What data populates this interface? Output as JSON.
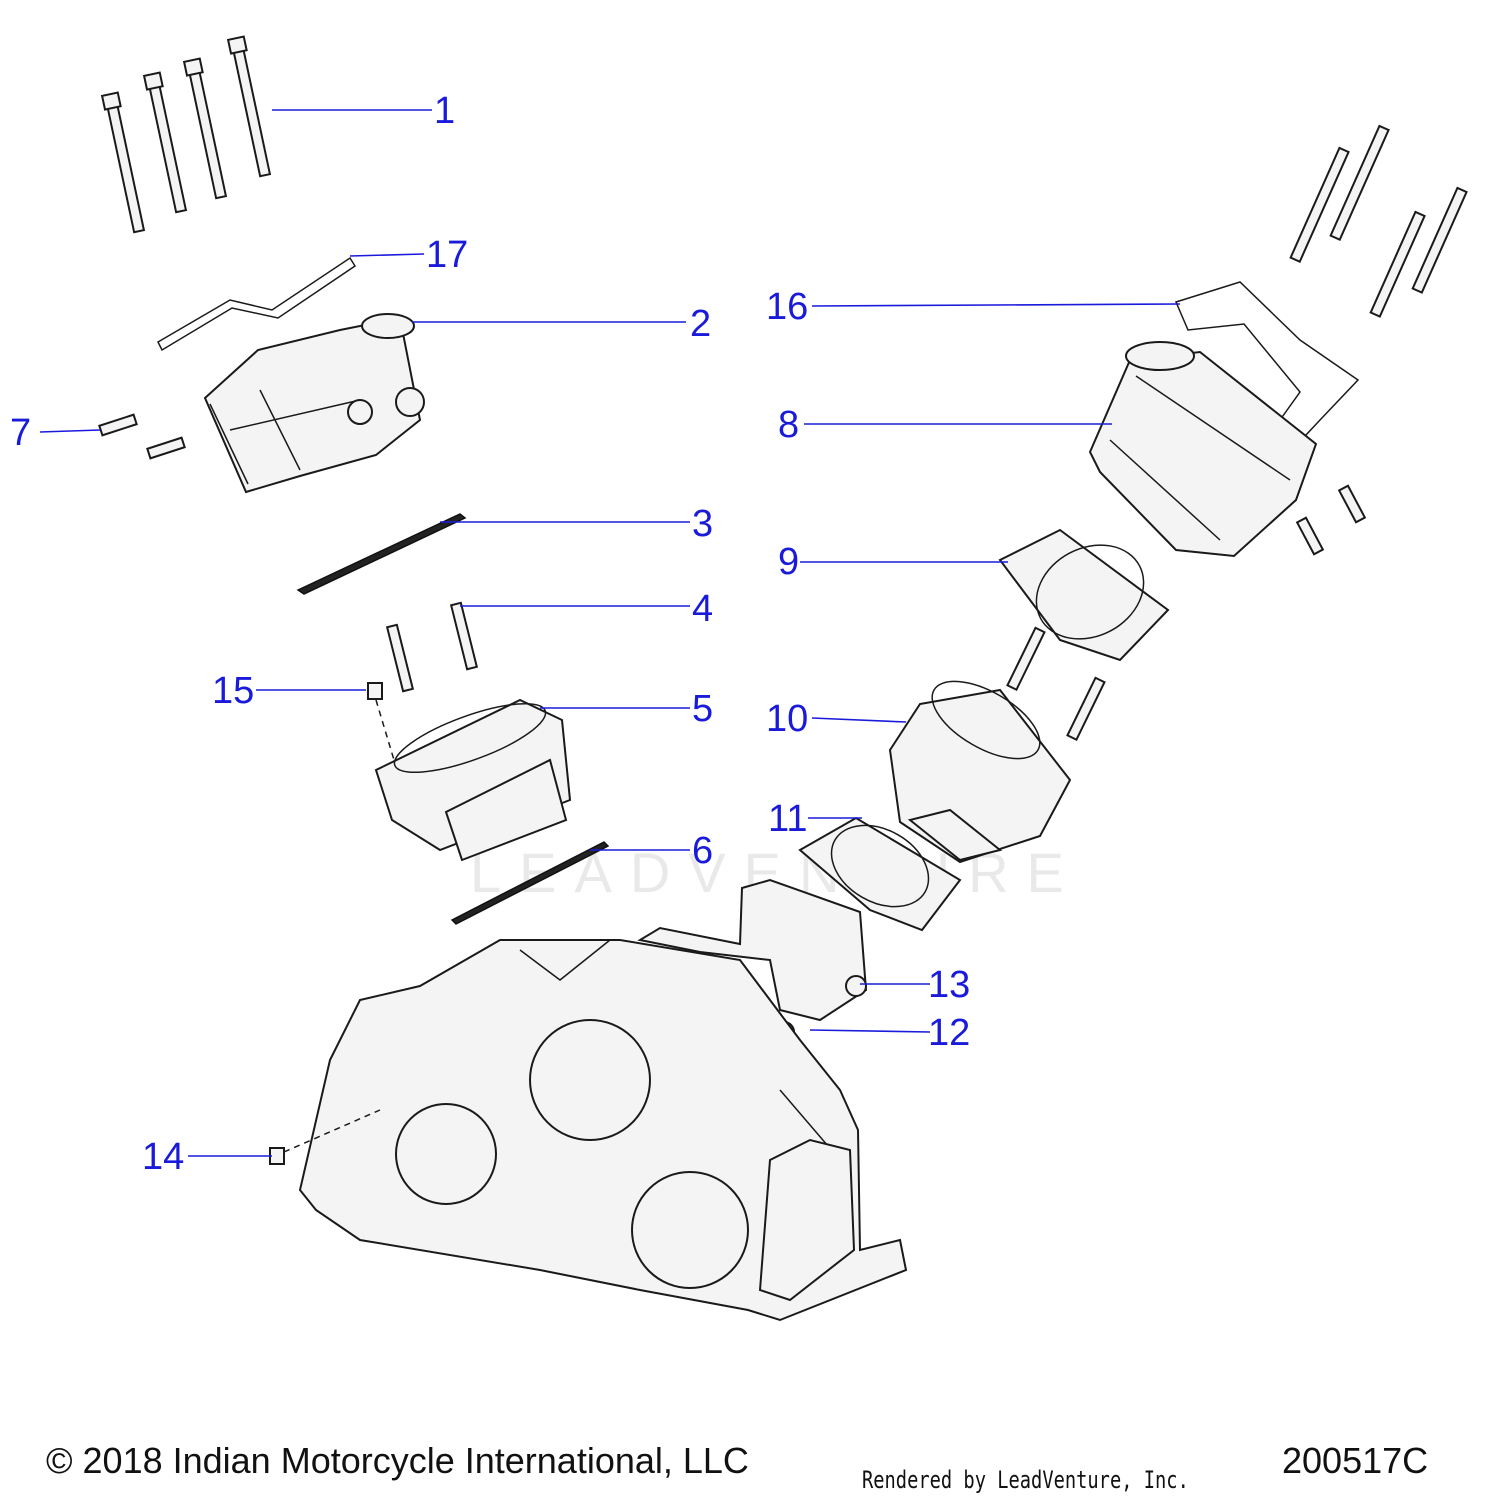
{
  "callouts": {
    "c1": "1",
    "c2": "2",
    "c3": "3",
    "c4": "4",
    "c5": "5",
    "c6": "6",
    "c7": "7",
    "c8": "8",
    "c9": "9",
    "c10": "10",
    "c11": "11",
    "c12": "12",
    "c13": "13",
    "c14": "14",
    "c15": "15",
    "c16": "16",
    "c17": "17"
  },
  "footer": {
    "copyright": "© 2018 Indian Motorcycle International, LLC",
    "rendered_by": "Rendered by LeadVenture, Inc.",
    "diagram_code": "200517C"
  },
  "watermark": {
    "text": "LEADVENTURE"
  },
  "colors": {
    "callout": "#1a1adb",
    "line": "#1a1a1a",
    "fill": "#f4f4f4"
  }
}
